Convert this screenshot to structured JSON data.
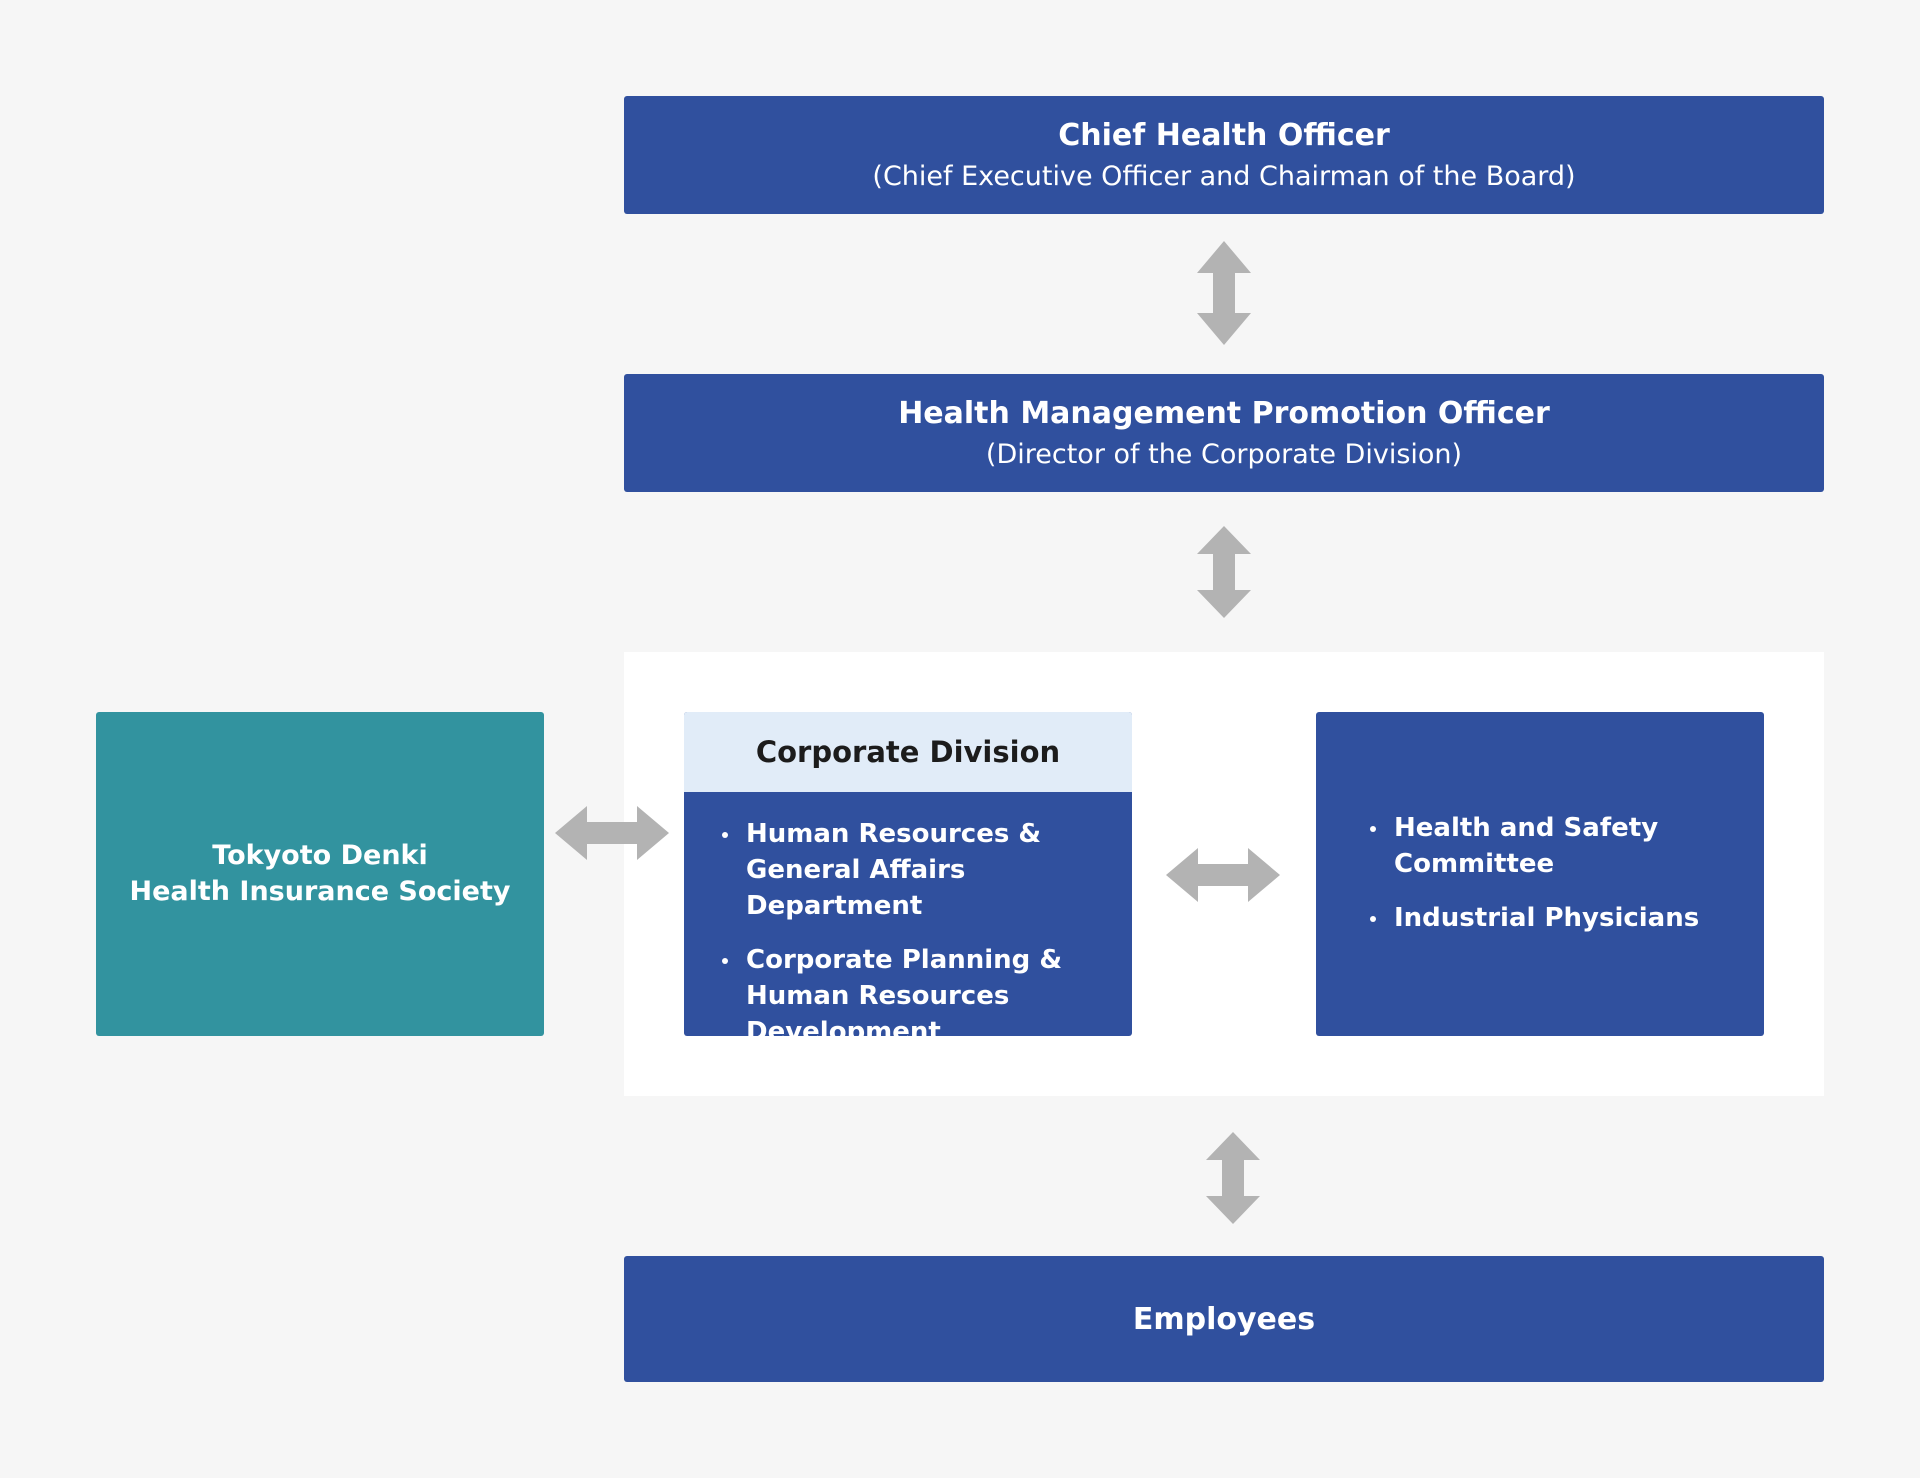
{
  "chief": {
    "title": "Chief Health Officer",
    "subtitle": "(Chief Executive Officer and Chairman of the Board)"
  },
  "promotion_officer": {
    "title": "Health Management Promotion Officer",
    "subtitle": "(Director of the Corporate Division)"
  },
  "insurance_society": {
    "line1": "Tokyoto Denki",
    "line2": "Health Insurance Society"
  },
  "corporate_division": {
    "title": "Corporate Division",
    "items": [
      {
        "line1": "Human Resources &",
        "line2": "General Affairs Department"
      },
      {
        "line1": "Corporate Planning &",
        "line2": "Human Resources",
        "line3": "Development Department"
      }
    ]
  },
  "committee": {
    "items": [
      {
        "line1": "Health and Safety",
        "line2": "Committee"
      },
      {
        "line1": "Industrial Physicians"
      }
    ]
  },
  "employees": {
    "label": "Employees"
  },
  "colors": {
    "navy": "#30509e",
    "teal": "#32939f",
    "header_light_blue": "#e1ecf8",
    "arrow_gray": "#b3b3b3",
    "background": "#f6f6f6"
  },
  "icons": {
    "vertical_arrow": "double-headed-vertical-arrow",
    "horizontal_arrow": "double-headed-horizontal-arrow"
  }
}
